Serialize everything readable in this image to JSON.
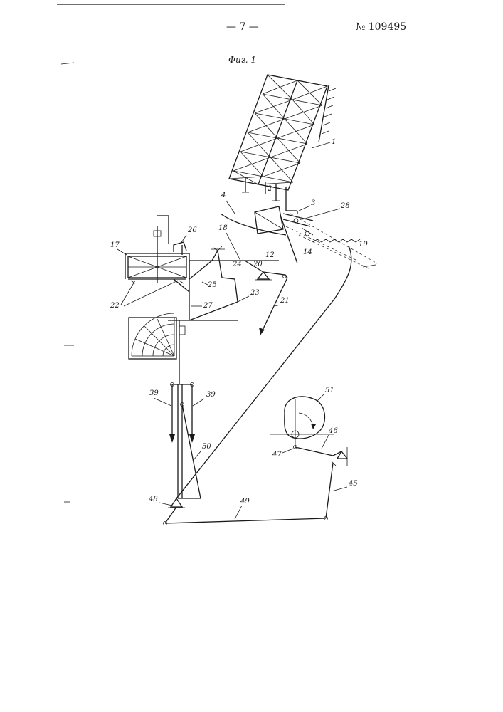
{
  "header": {
    "page_number": "— 7 —",
    "patent_number": "№ 109495",
    "figure_caption": "Фиг. 1"
  },
  "labels": {
    "l1": "1",
    "l2": "2",
    "l3": "3",
    "l4": "4",
    "l12": "12",
    "l14": "14",
    "l17": "17",
    "l18": "18",
    "l19": "19",
    "l20": "20",
    "l21": "21",
    "l22": "22",
    "l23": "23",
    "l24": "24",
    "l25": "25",
    "l26": "26",
    "l27": "27",
    "l28": "28",
    "l39a": "39",
    "l39b": "39",
    "l45": "45",
    "l46": "46",
    "l47": "47",
    "l48": "48",
    "l49": "49",
    "l50": "50",
    "l51": "51"
  }
}
